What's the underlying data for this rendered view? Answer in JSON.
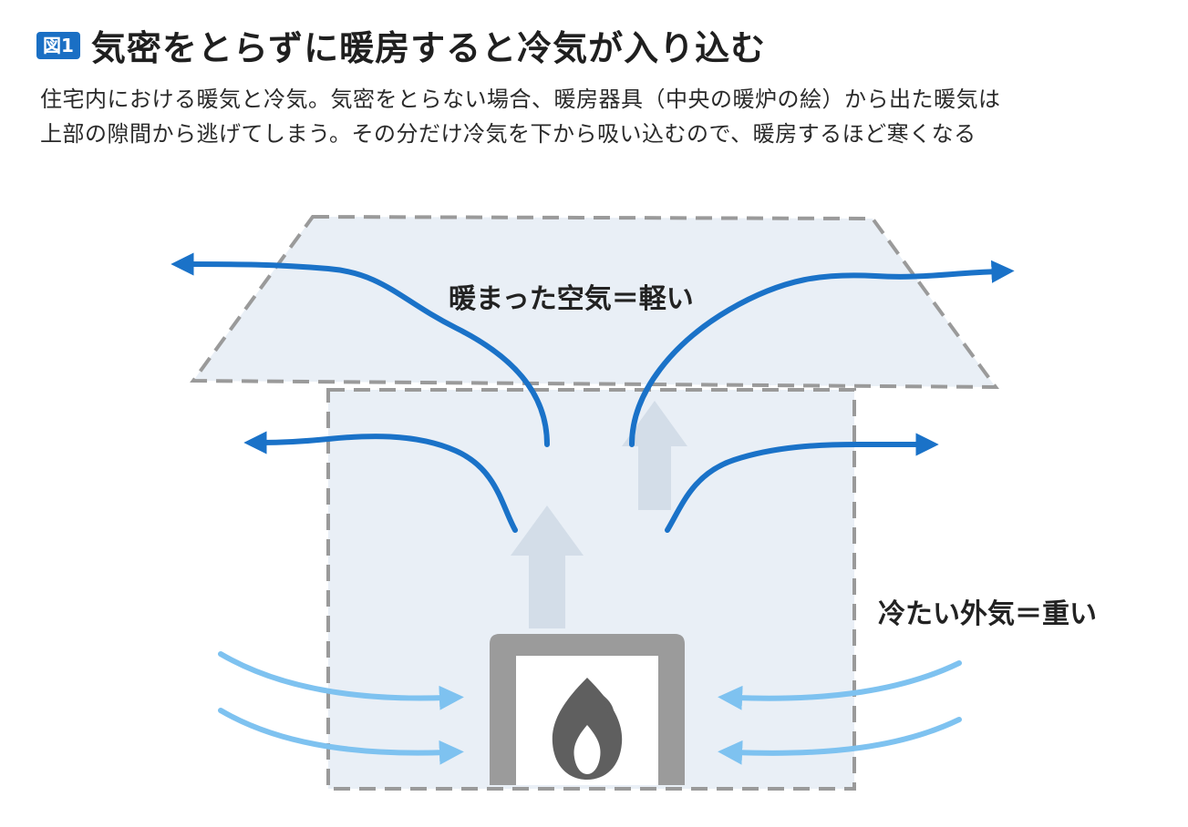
{
  "figure": {
    "badge": "図1",
    "title": "気密をとらずに暖房すると冷気が入り込む"
  },
  "caption": {
    "line1": "住宅内における暖気と冷気。気密をとらない場合、暖房器具（中央の暖炉の絵）から出た暖気は",
    "line2": "上部の隙間から逃げてしまう。その分だけ冷気を下から吸い込むので、暖房するほど寒くなる"
  },
  "diagram": {
    "warm_air_label": "暖まった空気＝軽い",
    "cold_air_label": "冷たい外気＝重い",
    "colors": {
      "warm_arrow": "#1a72c8",
      "cold_arrow": "#7ec2f0",
      "house_fill": "#e9eff6",
      "house_outline": "#9a9a9a",
      "fireplace": "#9b9b9b",
      "flame": "#5f5f5f",
      "badge": "#1a6fc4"
    },
    "icons": {
      "heater": "fireplace-icon",
      "flame": "flame-icon"
    }
  }
}
